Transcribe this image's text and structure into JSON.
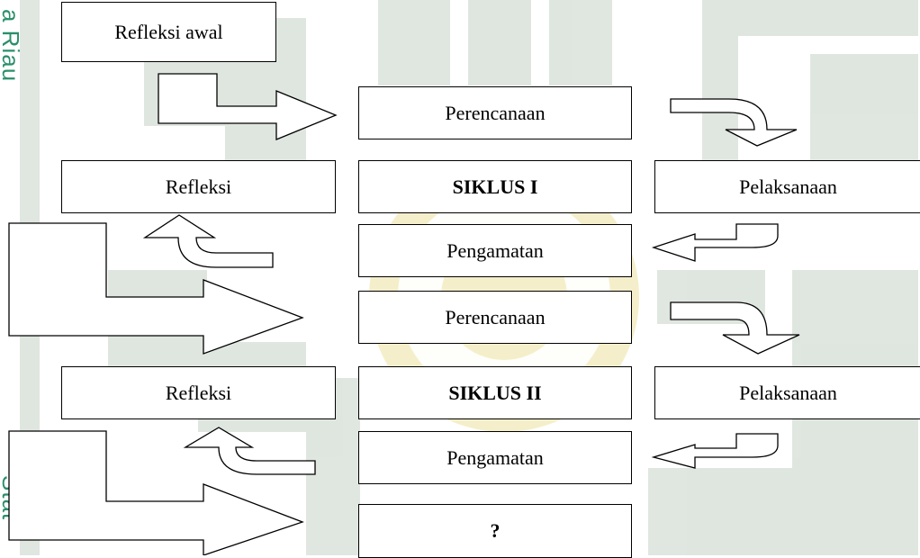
{
  "sidebar": {
    "text_top": "a Riau",
    "text_bottom": "Stat"
  },
  "diagram": {
    "reflection_start": "Refleksi awal",
    "cycle1": {
      "planning": "Perencanaan",
      "title": "SIKLUS I",
      "action": "Pelaksanaan",
      "observation": "Pengamatan",
      "reflection": "Refleksi"
    },
    "cycle2": {
      "planning": "Perencanaan",
      "title": "SIKLUS II",
      "action": "Pelaksanaan",
      "observation": "Pengamatan",
      "reflection": "Refleksi"
    },
    "next": "?"
  },
  "colors": {
    "watermark": "#d3dcd3",
    "sidebar_text": "#2a8f6a",
    "emblem": "#f3edc4"
  }
}
